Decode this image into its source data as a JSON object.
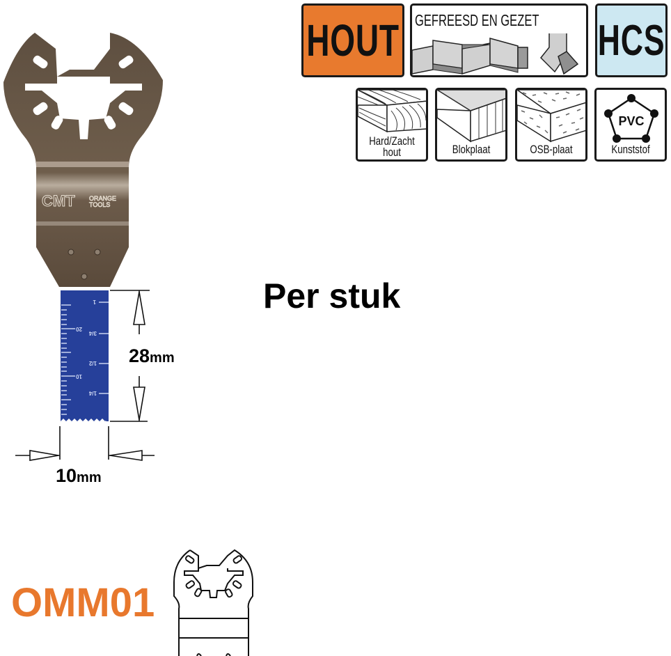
{
  "badges": {
    "material": {
      "label": "HOUT",
      "color": "#e87a2e"
    },
    "process": {
      "label": "GEFREESD EN GEZET"
    },
    "steel": {
      "label": "HCS",
      "color": "#cde8f2"
    }
  },
  "materials": [
    {
      "label_line1": "Hard/Zacht",
      "label_line2": "hout",
      "icon": "hardwood-icon"
    },
    {
      "label_line1": "Blokplaat",
      "label_line2": "",
      "icon": "blockboard-icon"
    },
    {
      "label_line1": "OSB-plaat",
      "label_line2": "",
      "icon": "osb-board-icon"
    },
    {
      "label_line1": "Kunststof",
      "label_line2": "",
      "icon": "pvc-plastic-icon",
      "icon_text": "PVC"
    }
  ],
  "blade": {
    "brand": "CMT",
    "brand_sub1": "ORANGE",
    "brand_sub2": "TOOLS",
    "ruler_mm": [
      "20",
      "10"
    ],
    "ruler_inch": [
      "1",
      "3/4",
      "1/2",
      "1/4"
    ],
    "blade_color": "#26409a",
    "steel_color": "#6f5e4c"
  },
  "dimensions": {
    "height_value": "28",
    "height_unit": "mm",
    "width_value": "10",
    "width_unit": "mm"
  },
  "main": {
    "unit_label": "Per stuk"
  },
  "product": {
    "code": "OMM01",
    "code_color": "#e8782d"
  }
}
